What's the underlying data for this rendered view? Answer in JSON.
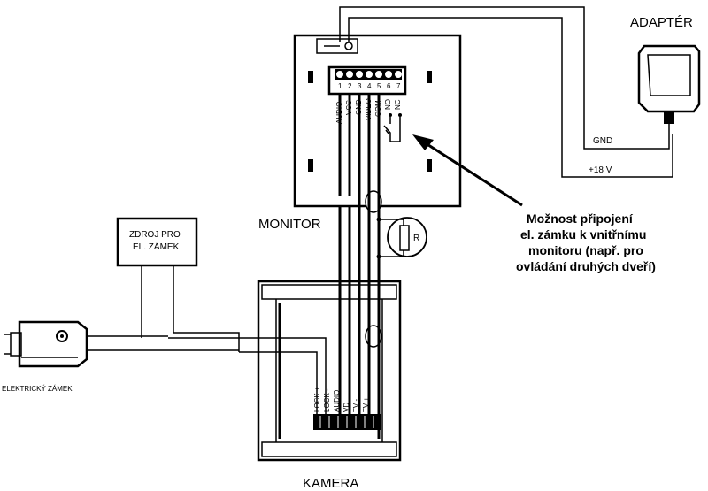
{
  "labels": {
    "adapter": "ADAPTÉR",
    "gnd": "GND",
    "plus18v": "+18 V",
    "monitor": "MONITOR",
    "kamera": "KAMERA",
    "power_supply_line1": "ZDROJ PRO",
    "power_supply_line2": "EL. ZÁMEK",
    "lock": "ELEKTRICKÝ ZÁMEK",
    "resistor": "R"
  },
  "note": {
    "line1": "Možnost připojení",
    "line2": "el. zámku k vnitřnímu",
    "line3": "monitoru (např. pro",
    "line4": "ovládání druhých dveří)"
  },
  "monitor_terminals": {
    "numbers": [
      "1",
      "2",
      "3",
      "4",
      "5",
      "6",
      "7"
    ],
    "names": [
      "AUDIO",
      "VCC",
      "GND",
      "VIDEO",
      "COM",
      "NO",
      "NC"
    ]
  },
  "camera_terminals": {
    "names": [
      "LOCK +",
      "LOCK -",
      "AUDIO",
      "VD",
      "TV -",
      "TV +"
    ]
  }
}
